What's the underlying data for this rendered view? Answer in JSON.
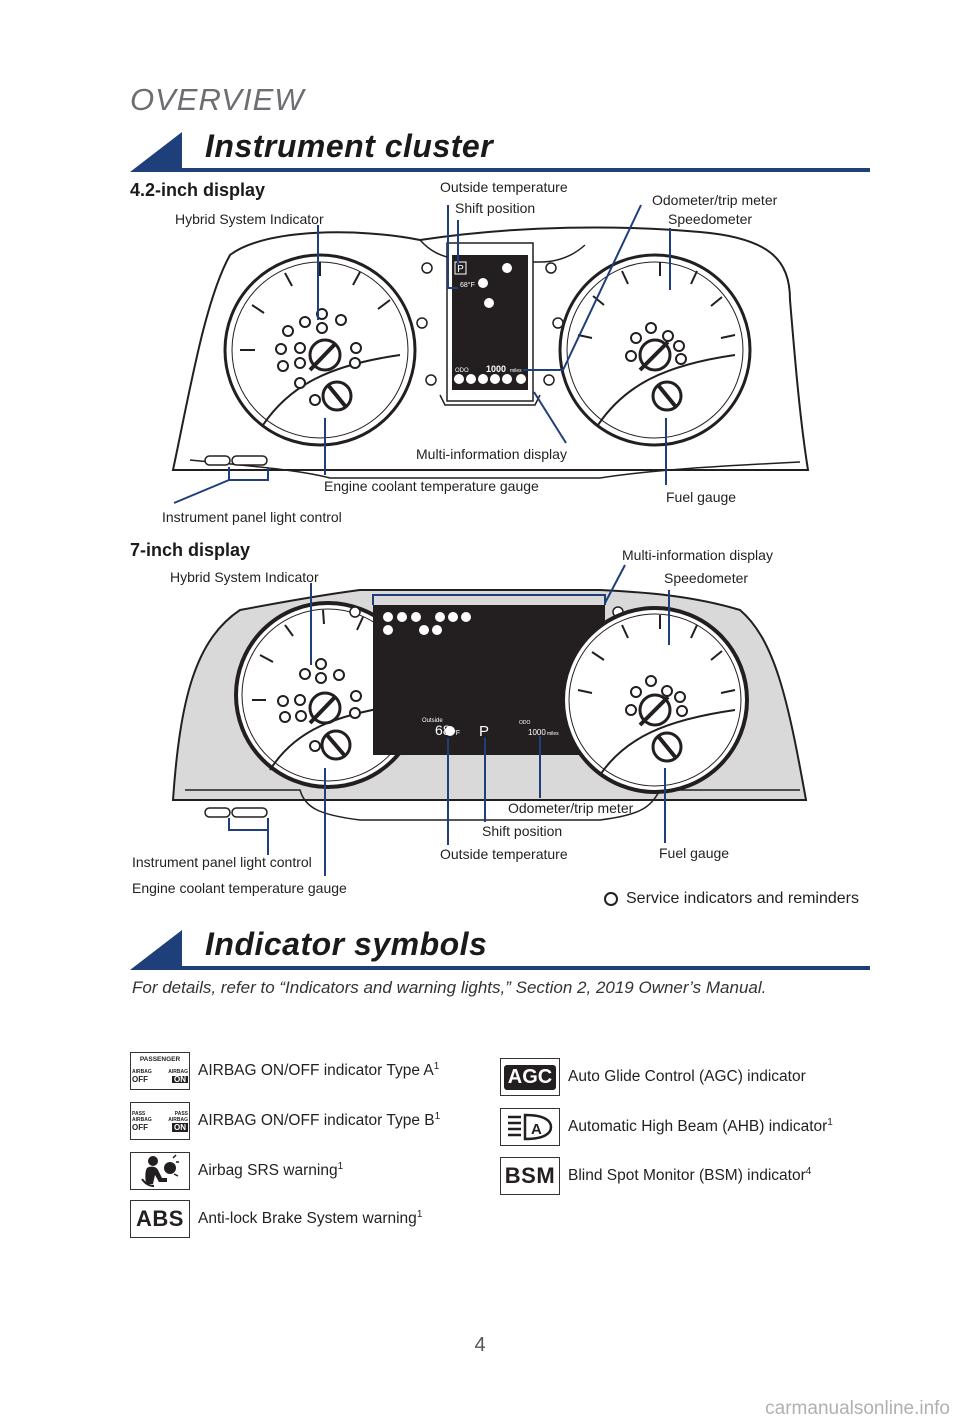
{
  "header": {
    "overview": "OVERVIEW",
    "section1_title": "Instrument cluster",
    "section2_title": "Indicator symbols"
  },
  "display42": {
    "heading": "4.2-inch display",
    "labels": {
      "hybrid_system_indicator": "Hybrid System Indicator",
      "outside_temperature": "Outside temperature",
      "shift_position": "Shift position",
      "odometer_trip_meter": "Odometer/trip meter",
      "speedometer": "Speedometer",
      "multi_information_display": "Multi-information display",
      "engine_coolant_temperature_gauge": "Engine coolant temperature gauge",
      "fuel_gauge": "Fuel gauge",
      "instrument_panel_light_control": "Instrument panel light control"
    },
    "screen": {
      "shift_letter": "P",
      "temp_text": "68°F",
      "odo_label": "ODO",
      "odo_value": "1000",
      "odo_unit": "miles"
    }
  },
  "display7": {
    "heading": "7-inch display",
    "labels": {
      "hybrid_system_indicator": "Hybrid System Indicator",
      "multi_information_display": "Multi-information display",
      "speedometer": "Speedometer",
      "odometer_trip_meter": "Odometer/trip meter",
      "shift_position": "Shift position",
      "outside_temperature": "Outside temperature",
      "fuel_gauge": "Fuel gauge",
      "instrument_panel_light_control": "Instrument panel light control",
      "engine_coolant_temperature_gauge": "Engine coolant temperature gauge"
    },
    "screen": {
      "outside_label": "Outside",
      "temp_value": "68",
      "temp_unit": "°F",
      "shift_letter": "P",
      "odo_label": "ODO",
      "odo_value": "1000",
      "odo_unit": "miles"
    }
  },
  "legend": {
    "service_indicators": "Service indicators and reminders"
  },
  "intro": "For details, refer to “Indicators and warning lights,” Section 2, 2019 Owner’s Manual.",
  "indicators": {
    "airbag_a": {
      "label": "AIRBAG ON/OFF indicator Type A",
      "sup": "1",
      "icon_top": "PASSENGER",
      "icon_left_top": "AIRBAG",
      "icon_left_bottom": "OFF",
      "icon_right_top": "AIRBAG",
      "icon_right_bottom": "ON"
    },
    "airbag_b": {
      "label": "AIRBAG ON/OFF indicator Type B",
      "sup": "1",
      "icon_left_top": "PASS",
      "icon_left_mid": "AIRBAG",
      "icon_left_bottom": "OFF",
      "icon_right_top": "PASS",
      "icon_right_mid": "AIRBAG",
      "icon_right_bottom": "ON"
    },
    "airbag_srs": {
      "label": "Airbag SRS warning",
      "sup": "1"
    },
    "abs": {
      "label": "Anti-lock Brake System warning",
      "sup": "1",
      "icon_text": "ABS"
    },
    "agc": {
      "label": "Auto Glide Control (AGC) indicator",
      "icon_text": "AGC"
    },
    "ahb": {
      "label": "Automatic High Beam (AHB) indicator",
      "sup": "1",
      "icon_text": "A"
    },
    "bsm": {
      "label": "Blind Spot Monitor (BSM) indicator",
      "sup": "4",
      "icon_text": "BSM"
    }
  },
  "footer": {
    "page_number": "4",
    "watermark": "carmanualsonline.info"
  },
  "colors": {
    "brand_blue": "#1f3f7a",
    "text": "#231f20",
    "cluster_fill": "#d9d9d9",
    "screen": "#231f20"
  }
}
